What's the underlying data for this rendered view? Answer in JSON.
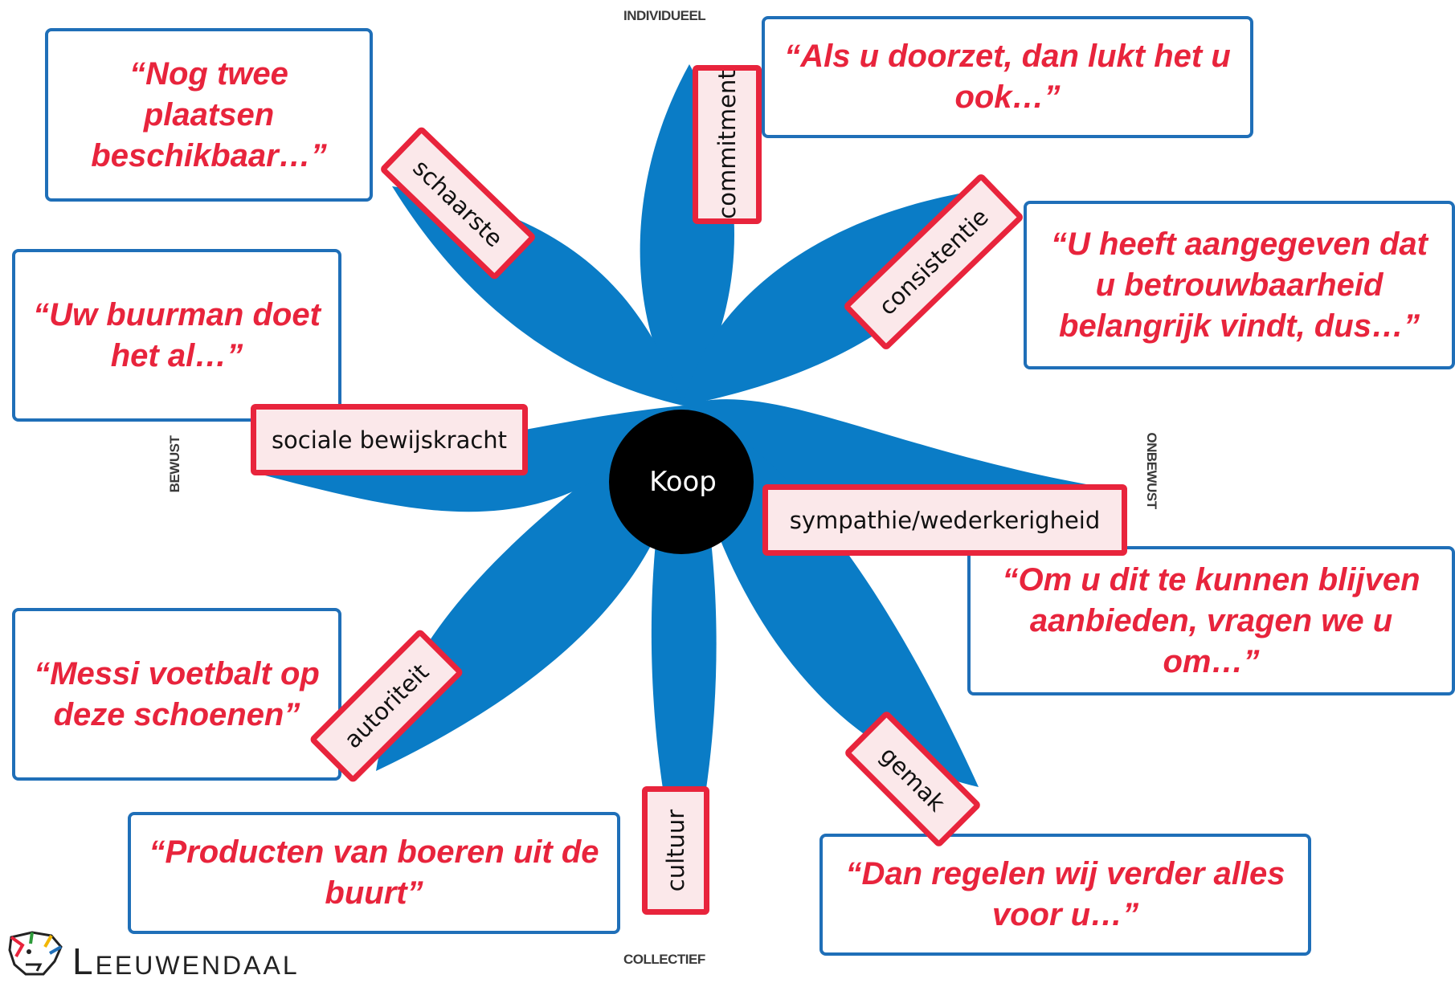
{
  "axes": {
    "top": "INDIVIDUEEL",
    "bottom": "COLLECTIEF",
    "left": "BEWUST",
    "right": "ONBEWUST"
  },
  "hub": {
    "label": "Koop"
  },
  "principles": {
    "commitment": "commitment",
    "schaarste": "schaarste",
    "consistentie": "consistentie",
    "sociale_bewijskracht": "sociale bewijskracht",
    "sympathie": "sympathie/wederkerigheid",
    "autoriteit": "autoriteit",
    "cultuur": "cultuur",
    "gemak": "gemak"
  },
  "quotes": {
    "commitment": "“Als u doorzet, dan lukt het u ook…”",
    "schaarste": "“Nog twee plaatsen beschikbaar…”",
    "consistentie": "“U heeft aangegeven dat u betrouwbaarheid belangrijk vindt, dus…”",
    "sociale_bewijskracht": "“Uw buurman doet het al…”",
    "sympathie": "“Om u dit te kunnen blijven aanbieden, vragen we u om…”",
    "autoriteit": "“Messi voetbalt op deze schoenen”",
    "cultuur": "“Producten van boeren uit de buurt”",
    "gemak": "“Dan regelen wij verder alles voor u…”"
  },
  "logo": {
    "text": "Leeuwendaal",
    "icon": "lion-head-logo-icon"
  },
  "colors": {
    "petal": "#0a7cc6",
    "hub": "#000000",
    "quote_text": "#e8243c",
    "quote_border": "#1f6fb8",
    "tag_border": "#e8243c",
    "tag_fill": "#fbe8ea"
  }
}
